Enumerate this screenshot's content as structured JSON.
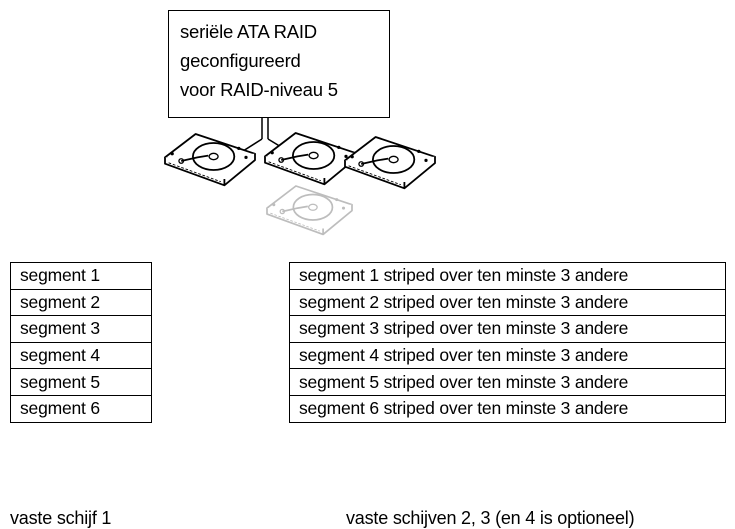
{
  "controller": {
    "lines": [
      "seriële ATA RAID",
      "geconfigureerd",
      "voor RAID-niveau 5"
    ]
  },
  "drives": {
    "icons": [
      "hard-drive-icon",
      "hard-drive-icon",
      "hard-drive-icon",
      "hard-drive-optional-icon"
    ]
  },
  "left_table": {
    "rows": [
      "segment 1",
      "segment 2",
      "segment 3",
      "segment 4",
      "segment 5",
      "segment 6"
    ]
  },
  "right_table": {
    "rows": [
      "segment 1 striped over ten minste 3 andere",
      "segment 2 striped over ten minste 3 andere",
      "segment 3 striped over ten minste 3 andere",
      "segment 4 striped over ten minste 3 andere",
      "segment 5 striped over ten minste 3 andere",
      "segment 6 striped over ten minste 3 andere"
    ]
  },
  "captions": {
    "left": "vaste schijf 1",
    "right": "vaste schijven 2, 3 (en 4 is optioneel)"
  },
  "colors": {
    "line": "#000000",
    "optional_drive": "#bdbdbd"
  }
}
